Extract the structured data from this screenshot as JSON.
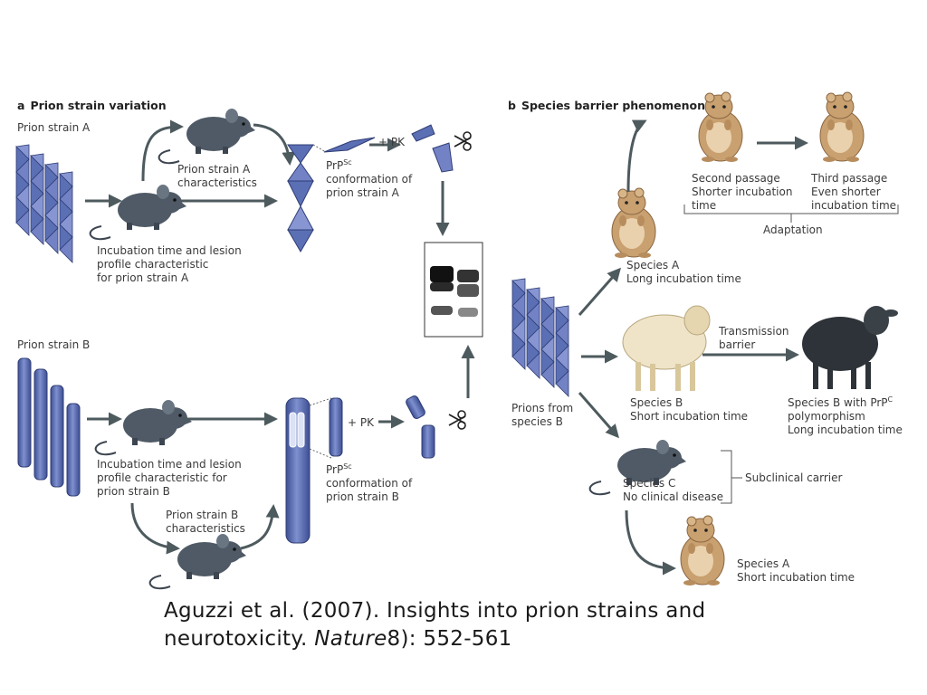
{
  "panel_a": {
    "letter": "a",
    "title": "Prion strain variation",
    "strain_a_label": "Prion strain A",
    "strain_a_characteristics": [
      "Prion strain A",
      "characteristics"
    ],
    "strain_a_profile": [
      "Incubation time and lesion",
      "profile characteristic",
      "for prion strain A"
    ],
    "strain_a_prpsc": [
      "PrP",
      "Sc",
      "conformation of",
      "prion strain A"
    ],
    "pk_label_a": "+ PK",
    "strain_b_label": "Prion strain B",
    "strain_b_profile": [
      "Incubation time and lesion",
      "profile characteristic for",
      "prion strain B"
    ],
    "strain_b_characteristics": [
      "Prion strain B",
      "characteristics"
    ],
    "strain_b_prpsc": [
      "PrP",
      "Sc",
      "conformation of",
      "prion strain B"
    ],
    "pk_label_b": "+ PK"
  },
  "panel_b": {
    "letter": "b",
    "title": "Species barrier phenomenon",
    "second_passage": [
      "Second passage",
      "Shorter incubation",
      "time"
    ],
    "third_passage": [
      "Third passage",
      "Even shorter",
      "incubation time"
    ],
    "adaptation": "Adaptation",
    "species_a_long": [
      "Species A",
      "Long incubation time"
    ],
    "prions_from_b": [
      "Prions from",
      "species B"
    ],
    "transmission_barrier": [
      "Transmission",
      "barrier"
    ],
    "species_b_short": [
      "Species B",
      "Short incubation time"
    ],
    "species_b_prpc": [
      "Species B with PrP",
      "C",
      "polymorphism",
      "Long incubation time"
    ],
    "species_c": [
      "Species C",
      "No clinical disease"
    ],
    "subclinical": "Subclinical carrier",
    "species_a_short": [
      "Species A",
      "Short incubation time"
    ]
  },
  "citation": {
    "line1": "Aguzzi et al. (2007). Insights into prion strains and",
    "line2_prefix": "neurotoxicity. ",
    "journal": "Nature",
    "line2_suffix": "8): 552-561"
  },
  "colors": {
    "prion_blue": "#5b6fb5",
    "prion_dark": "#3d4f93",
    "mouse_gray": "#4f5a66",
    "hamster_tan": "#c9a070",
    "sheep_cream": "#efe4c8",
    "sheep_black": "#2d3338",
    "arrow_gray": "#4d5a5e"
  },
  "icons": [
    "mouse-icon",
    "hamster-icon",
    "sheep-icon",
    "scissors-icon",
    "prion-fibril-icon",
    "gel-blot-icon"
  ]
}
